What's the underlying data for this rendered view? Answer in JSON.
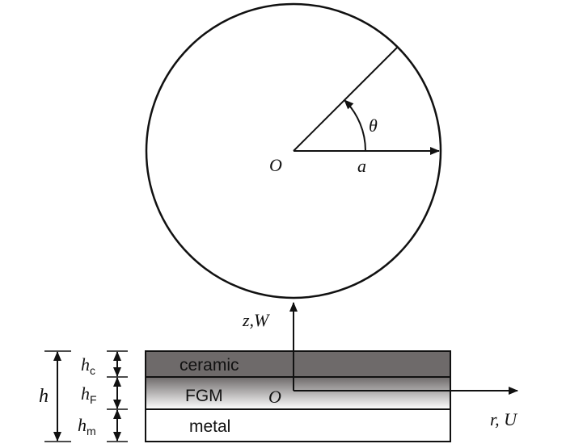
{
  "circle": {
    "center_label": "O",
    "radius_label": "a",
    "angle_label": "θ"
  },
  "axes": {
    "vertical_label": "z,W",
    "horizontal_label": "r, U",
    "origin_label": "O"
  },
  "layers": {
    "top": "ceramic",
    "middle": "FGM",
    "bottom": "metal",
    "top_color": "#6e6a6a",
    "bottom_color": "#ffffff"
  },
  "dimensions": {
    "total_symbol": "h",
    "ceramic": {
      "symbol": "h",
      "subscript": "c"
    },
    "fgm": {
      "symbol": "h",
      "subscript": "F"
    },
    "metal": {
      "symbol": "h",
      "subscript": "m"
    }
  }
}
